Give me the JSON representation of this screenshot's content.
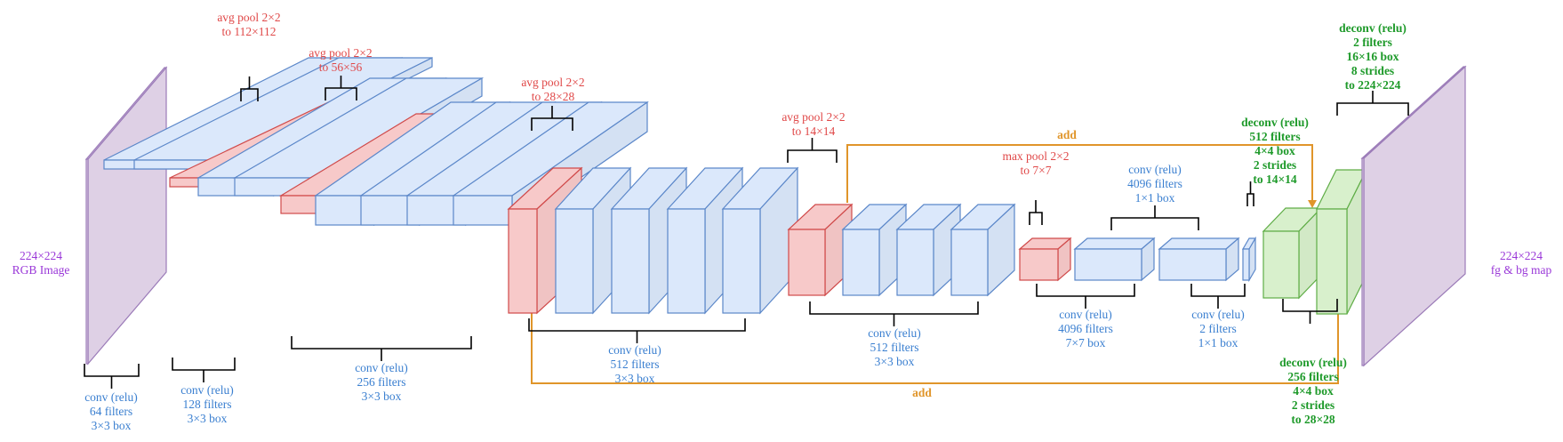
{
  "colors": {
    "conv_fill": "#dbe8fb",
    "conv_stroke": "#5b87c9",
    "pool_fill": "#f7c9c9",
    "pool_stroke": "#d04a4a",
    "deconv_fill": "#d8f0cc",
    "deconv_stroke": "#5fad46",
    "image_fill": "#e5d6ec",
    "image_stroke": "#9b7bb8",
    "add_line": "#e0952a",
    "bracket": "#000000"
  },
  "labels": {
    "input": [
      "224×224",
      "RGB Image"
    ],
    "output": [
      "224×224",
      "fg & bg map"
    ],
    "pool1": [
      "avg pool 2×2",
      "to 112×112"
    ],
    "pool2": [
      "avg pool 2×2",
      "to 56×56"
    ],
    "pool3": [
      "avg pool 2×2",
      "to 28×28"
    ],
    "pool4": [
      "avg pool 2×2",
      "to 14×14"
    ],
    "pool5": [
      "max pool 2×2",
      "to 7×7"
    ],
    "conv1": [
      "conv (relu)",
      "64 filters",
      "3×3 box"
    ],
    "conv2": [
      "conv (relu)",
      "128 filters",
      "3×3 box"
    ],
    "conv3": [
      "conv (relu)",
      "256 filters",
      "3×3 box"
    ],
    "conv4": [
      "conv (relu)",
      "512 filters",
      "3×3 box"
    ],
    "conv5": [
      "conv (relu)",
      "512 filters",
      "3×3 box"
    ],
    "fc6": [
      "conv (relu)",
      "4096 filters",
      "7×7 box"
    ],
    "fc7": [
      "conv (relu)",
      "4096 filters",
      "1×1 box"
    ],
    "fc8": [
      "conv (relu)",
      "2 filters",
      "1×1 box"
    ],
    "deconv1": [
      "deconv (relu)",
      "512 filters",
      "4×4 box",
      "2 strides",
      "to 14×14"
    ],
    "deconv2": [
      "deconv (relu)",
      "256 filters",
      "4×4 box",
      "2 strides",
      "to 28×28"
    ],
    "deconv3": [
      "deconv (relu)",
      "2 filters",
      "16×16 box",
      "8 strides",
      "to 224×224"
    ],
    "add_top": "add",
    "add_bottom": "add"
  }
}
